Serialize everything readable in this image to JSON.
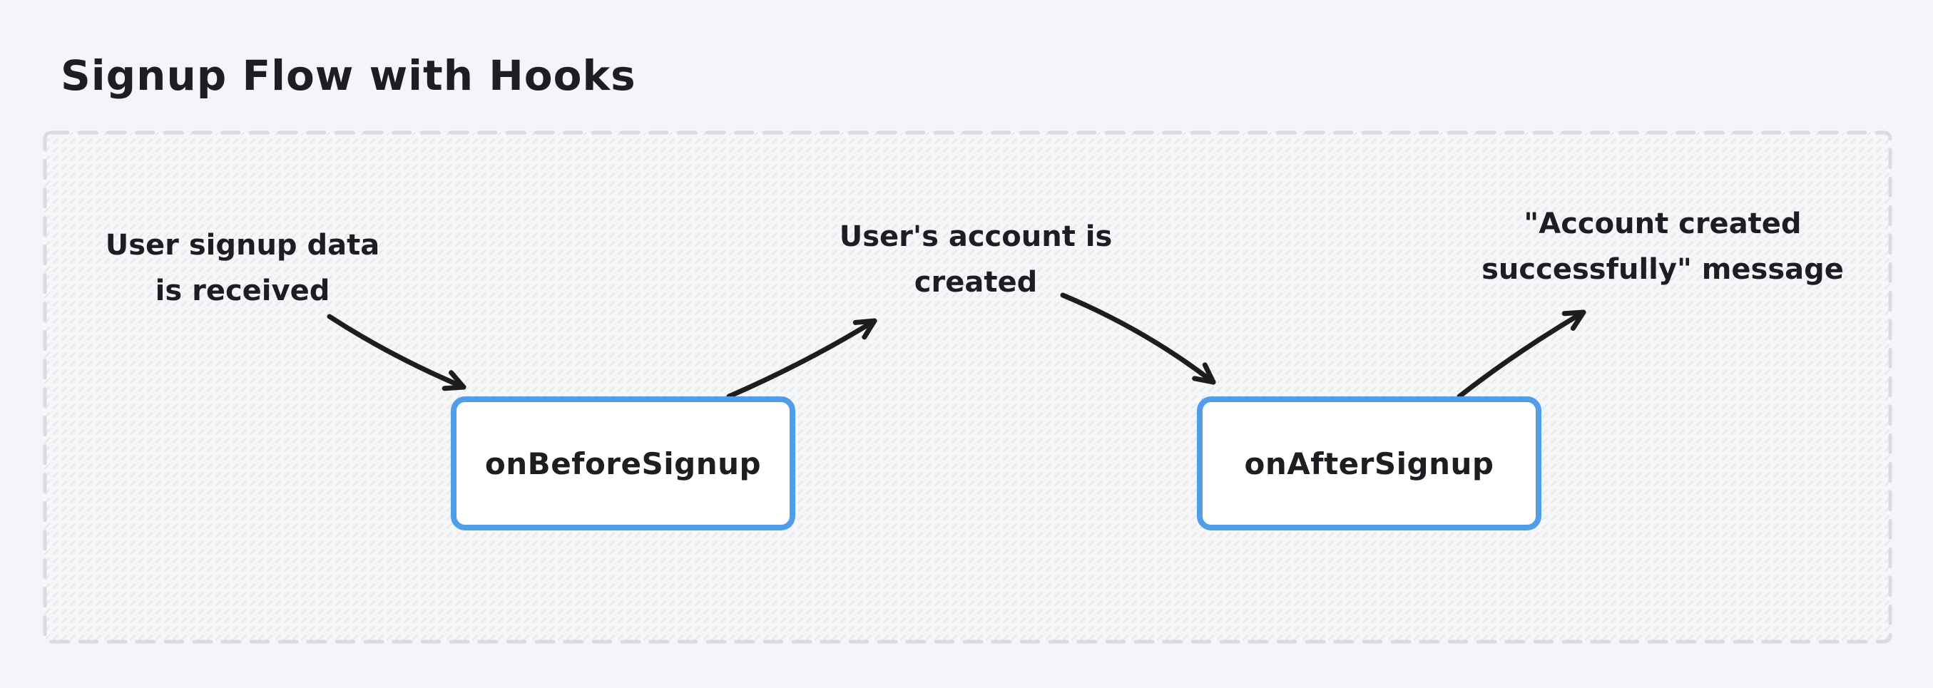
{
  "title": "Signup Flow with Hooks",
  "colors": {
    "page_background": "#f4f5f8",
    "ink": "#1e1e22",
    "node_border": "#509ee9",
    "node_fill": "#ffffff",
    "container_dash": "#d9dbe1",
    "container_fill": "#f6f7f9",
    "hatch_tick": "#e3e5ea"
  },
  "nodes": [
    {
      "id": "onBeforeSignup",
      "label": "onBeforeSignup"
    },
    {
      "id": "onAfterSignup",
      "label": "onAfterSignup"
    }
  ],
  "annotations": [
    {
      "id": "signup-data",
      "lines": [
        "User signup data",
        "is received"
      ]
    },
    {
      "id": "account-created",
      "lines": [
        "User's account is",
        "created"
      ]
    },
    {
      "id": "success-message",
      "lines": [
        "\"Account created",
        "successfully\" message"
      ]
    }
  ],
  "edges": [
    {
      "from": "signup-data",
      "to": "onBeforeSignup"
    },
    {
      "from": "onBeforeSignup",
      "to": "account-created"
    },
    {
      "from": "account-created",
      "to": "onAfterSignup"
    },
    {
      "from": "onAfterSignup",
      "to": "success-message"
    }
  ]
}
